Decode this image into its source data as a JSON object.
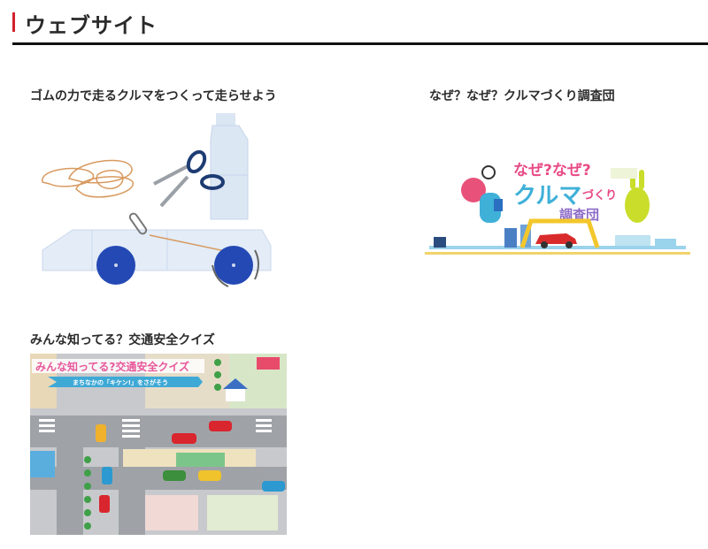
{
  "section": {
    "title": "ウェブサイト",
    "accent_color": "#d3212d",
    "underline_color": "#111111"
  },
  "cards": [
    {
      "title": "ゴムの力で走るクルマをつくって走らせよう",
      "image_alt": "rubber-band car craft illustration with bottle, scissors, rubber bands, paper clip"
    },
    {
      "title": "なぜ？なぜ？クルマづくり調査団",
      "image_alt": "banner with characters and car factory line",
      "banner_text": [
        "なぜ?なぜ?",
        "クルマづくり",
        "調査団"
      ]
    },
    {
      "title": "みんな知ってる？交通安全クイズ",
      "image_alt": "town map illustration traffic safety quiz",
      "banner_title": "みんな知ってる?交通安全クイズ",
      "banner_subtitle": "まちなかの「キケン!」をさがそう"
    }
  ]
}
